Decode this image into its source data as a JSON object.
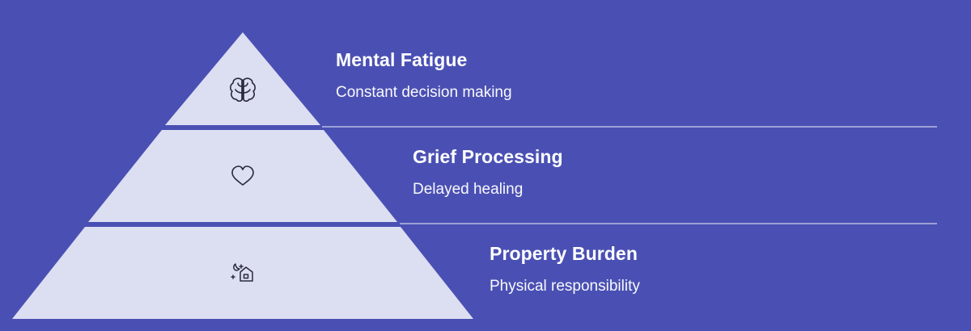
{
  "colors": {
    "background": "#4a50b3",
    "tier_fill": "#dcdef2",
    "divider": "#b9bce6",
    "icon_stroke": "#2a2a3a",
    "text": "#ffffff"
  },
  "levels": [
    {
      "title": "Mental Fatigue",
      "description": "Constant decision making",
      "icon": "brain-icon"
    },
    {
      "title": "Grief Processing",
      "description": "Delayed healing",
      "icon": "heart-icon"
    },
    {
      "title": "Property Burden",
      "description": "Physical responsibility",
      "icon": "house-moon-stars-icon"
    }
  ]
}
